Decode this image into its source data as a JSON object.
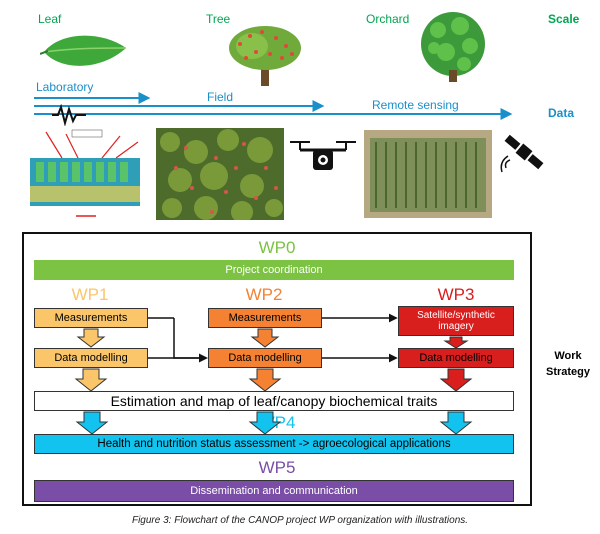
{
  "scale_row": {
    "leaf": "Leaf",
    "tree": "Tree",
    "orchard": "Orchard",
    "scale": "Scale"
  },
  "data_row": {
    "laboratory": "Laboratory",
    "field": "Field",
    "remote_sensing": "Remote sensing",
    "data": "Data"
  },
  "wp0": {
    "title": "WP0",
    "box": "Project coordination"
  },
  "wp1": {
    "title": "WP1",
    "measurements": "Measurements",
    "modelling": "Data modelling"
  },
  "wp2": {
    "title": "WP2",
    "measurements": "Measurements",
    "modelling": "Data modelling"
  },
  "wp3": {
    "title": "WP3",
    "measurements": "Satellite/synthetic imagery",
    "modelling": "Data modelling"
  },
  "estimation": "Estimation and map of leaf/canopy biochemical traits",
  "wp4": {
    "title": "WP4",
    "box": "Health and nutrition status assessment -> agroecological applications"
  },
  "wp5": {
    "title": "WP5",
    "box": "Dissemination and communication"
  },
  "work_strategy": "Work Strategy",
  "caption": "Figure 3: Flowchart of the CANOP project WP organization with illustrations.",
  "colors": {
    "wp0": "#7cc243",
    "wp1": "#fbc56a",
    "wp2": "#f58233",
    "wp3": "#d91e1e",
    "wp4": "#13c3ef",
    "wp5": "#7a4ea6"
  }
}
